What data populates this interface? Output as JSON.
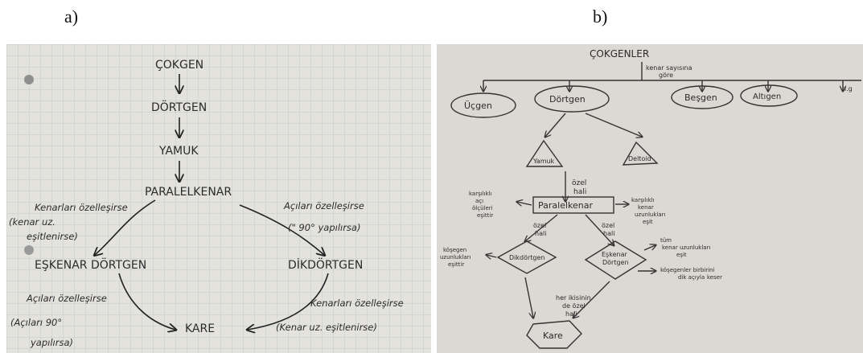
{
  "labels": {
    "a": "a)",
    "b": "b)"
  },
  "diagram_a": {
    "nodes": {
      "cokgen": "ÇOKGEN",
      "dortgen": "DÖRTGEN",
      "yamuk": "YAMUK",
      "paralelkenar": "PARALELKENAR",
      "eskenar": "EŞKENAR DÖRTGEN",
      "dikdortgen": "DİKDÖRTGEN",
      "kare": "KARE"
    },
    "notes": {
      "left_top_1": "Kenarları özelleşirse",
      "left_top_2": "(kenar uz.",
      "left_top_3": "eşitlenirse)",
      "right_top_1": "Açıları özelleşirse",
      "right_top_2": "(\" 90° yapılırsa)",
      "left_bot_1": "Açıları özelleşirse",
      "left_bot_2": "(Açıları 90°",
      "left_bot_3": "yapılırsa)",
      "right_bot_1": "Kenarları özelleşirse",
      "right_bot_2": "(Kenar uz. eşitlenirse)"
    }
  },
  "diagram_b": {
    "title": "ÇOKGENLER",
    "title_note_1": "kenar sayısına",
    "title_note_2": "göre",
    "children": [
      "Üçgen",
      "Dörtgen",
      "Beşgen",
      "Altıgen"
    ],
    "more": "n.g",
    "yamuk": "Yamuk",
    "deltoid": "Deltoid",
    "ozel_hali_1": "özel",
    "ozel_hali_2": "hali",
    "paralelkenar": "Paralelkenar",
    "left_note": [
      "karşılıklı",
      "açı",
      "ölçüleri",
      "eşittir"
    ],
    "right_note": [
      "karşılıklı",
      "kenar",
      "uzunlukları",
      "eşit"
    ],
    "dikdortgen": "Dikdörtgen",
    "eskenar_1": "Eşkenar",
    "eskenar_2": "Dörtgen",
    "dik_note": [
      "köşegen",
      "uzunlukları",
      "eşittir"
    ],
    "esk_note_1": [
      "tüm",
      "kenar uzunlukları",
      "eşit"
    ],
    "esk_note_2": [
      "köşegenler birbirini",
      "dik açıyla",
      "keser"
    ],
    "bottom_note": [
      "her ikisinin",
      "de özel",
      "hali"
    ],
    "kare": "Kare"
  }
}
